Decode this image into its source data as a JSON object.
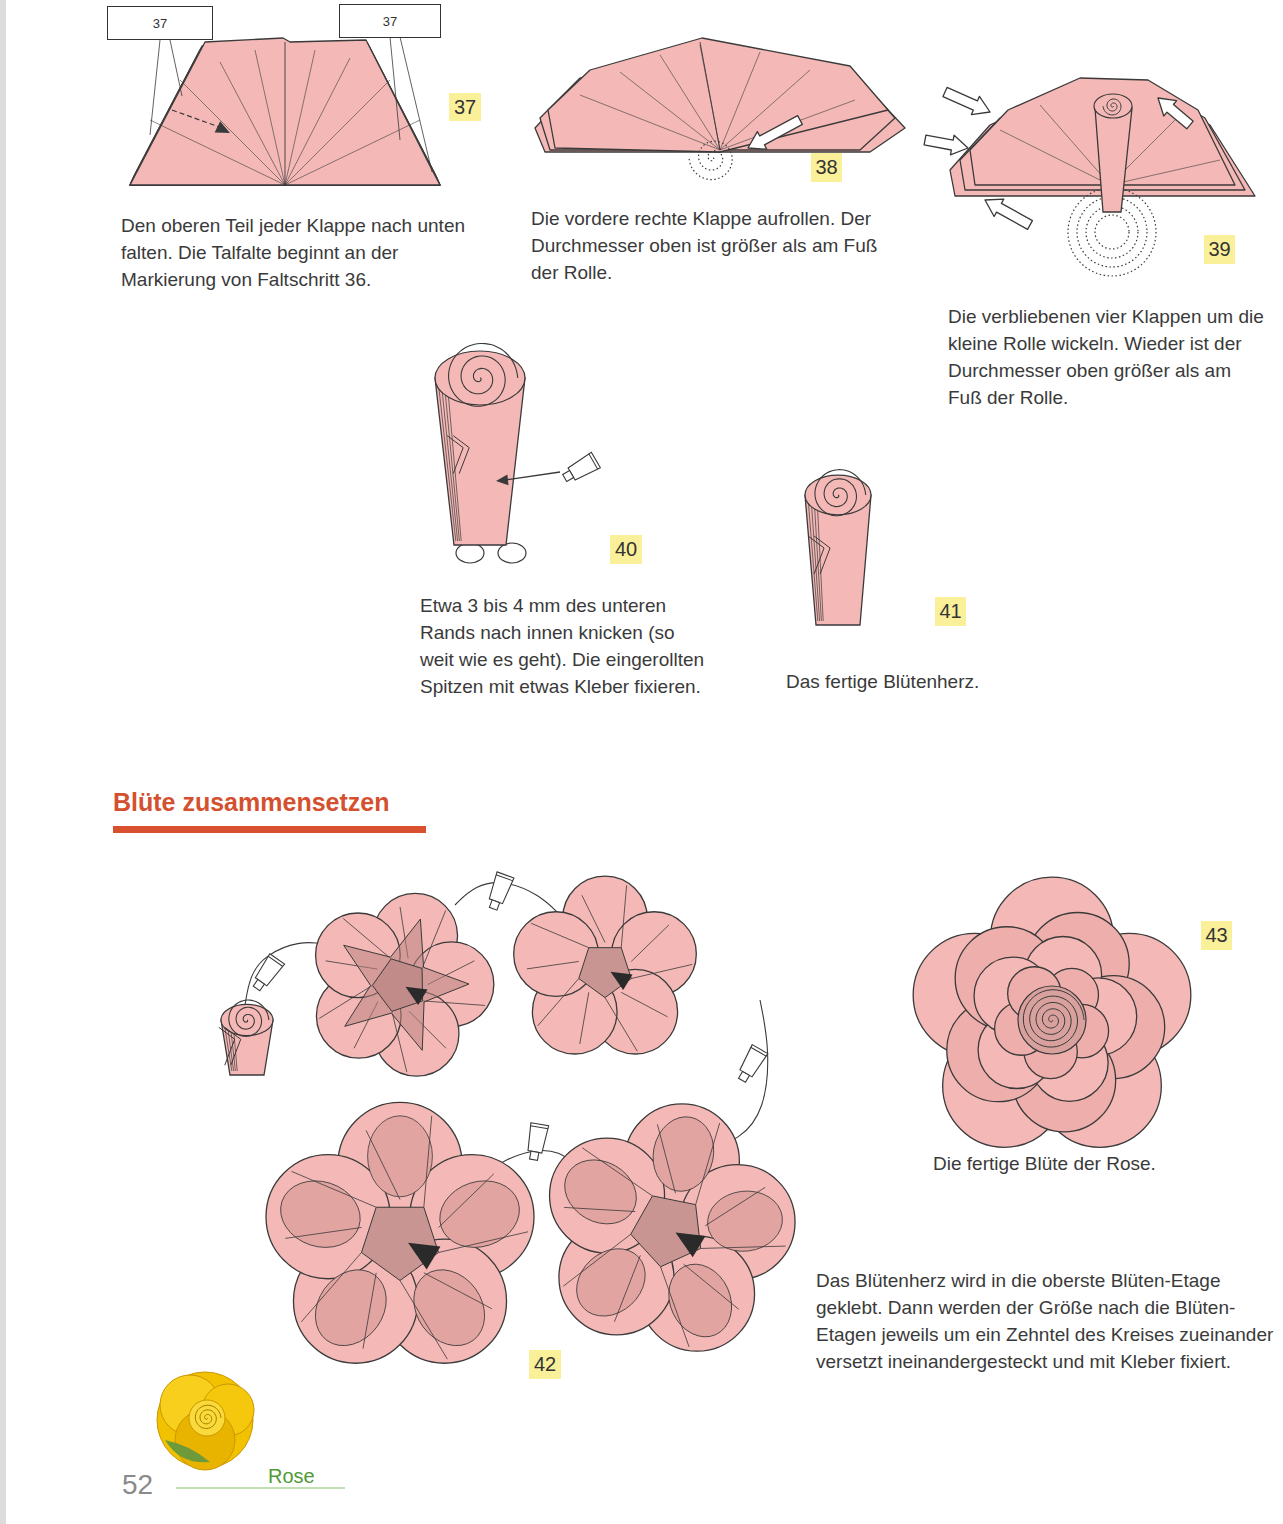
{
  "diagram": {
    "title": "Blüte zusammensetzen",
    "nodes": [
      {
        "text": [
          "37"
        ]
      },
      {
        "text": [
          "37"
        ]
      },
      {
        "text": [
          "37"
        ]
      },
      {
        "text": [
          "38"
        ]
      },
      {
        "text": [
          "39"
        ]
      },
      {
        "text": [
          "40"
        ]
      },
      {
        "text": [
          "41"
        ]
      },
      {
        "text": [
          "42"
        ]
      },
      {
        "text": [
          "43"
        ]
      }
    ],
    "labels": [
      "Den oberen Teil jeder Klappe nach unten falten. Die Talfalte beginnt an der Markierung von Faltschritt 36.",
      "Die vordere rechte Klappe aufrollen. Der Durchmesser oben ist größer als am Fuß der Rolle.",
      "Die verbliebenen vier Klappen um die kleine Rolle wickeln. Wieder ist der Durchmesser oben größer als am Fuß der Rolle.",
      "Etwa 3 bis 4 mm des unteren Rands nach innen knicken (so weit wie es geht). Die eingerollten Spitzen mit etwas Kleber fixieren.",
      "Das fertige Blütenherz.",
      "Die fertige Blüte der Rose.",
      "Das Blütenherz wird in die oberste Blüten-Etage geklebt. Dann werden der Größe nach die Blüten-Etagen jeweils um ein Zehntel des Kreises zueinander versetzt ineinandergesteckt und mit Kleber fixiert.",
      "52",
      "Rose"
    ]
  }
}
